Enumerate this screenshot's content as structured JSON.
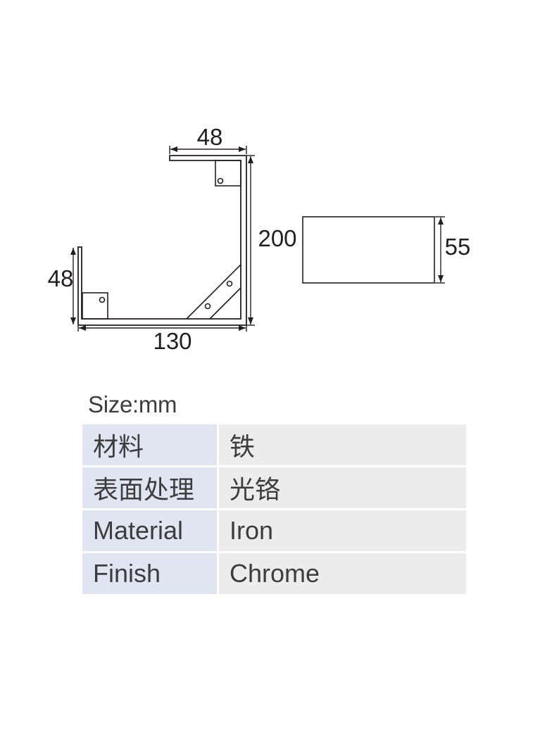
{
  "dimensions": {
    "top_flange": "48",
    "height": "200",
    "left_flange": "48",
    "base": "130",
    "plate_height": "55"
  },
  "size_label": "Size:mm",
  "specs": [
    {
      "key": "材料",
      "value": "铁"
    },
    {
      "key": "表面处理",
      "value": "光铬"
    },
    {
      "key": "Material",
      "value": "Iron"
    },
    {
      "key": "Finish",
      "value": "Chrome"
    }
  ],
  "colors": {
    "line": "#231f20",
    "key_cell": "#dfe6f2",
    "value_cell": "#ececec",
    "text": "#3d3d3d"
  }
}
